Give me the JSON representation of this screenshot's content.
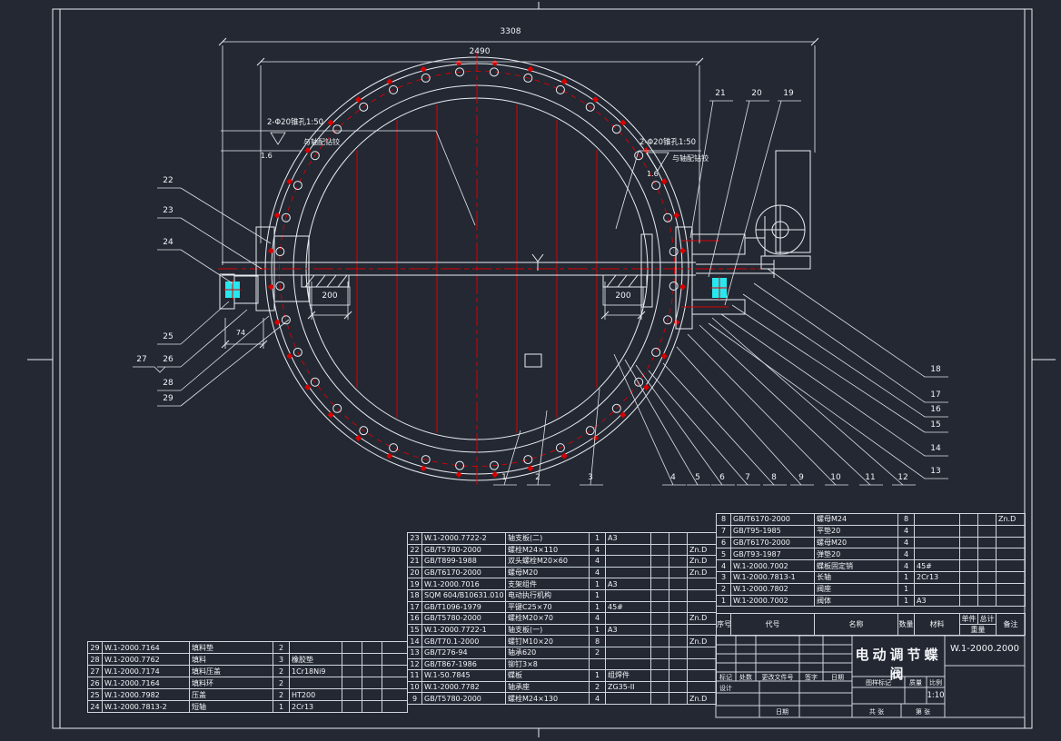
{
  "colors": {
    "background": "#232833",
    "line": "#e9edf2",
    "red": "#d90000",
    "cyan": "#27e8ef"
  },
  "annotations": {
    "dim_overall": "3308",
    "dim_flange": "2490",
    "dim_hub_left": "200",
    "dim_hub_right": "200",
    "dim_left_offset": "74",
    "note_left": {
      "line1": "2-Φ20锥孔1:50",
      "line2": "与轴配钻铰",
      "roughness": "1.6"
    },
    "note_right": {
      "line1": "2-Φ20锥孔1:50",
      "line2": "与轴配钻铰",
      "roughness": "1.6"
    }
  },
  "callouts": {
    "left": [
      "22",
      "23",
      "24",
      "25",
      "26",
      "28",
      "29"
    ],
    "left_extra": "27",
    "top": [
      "21",
      "20",
      "19"
    ],
    "right": [
      "18",
      "17",
      "16",
      "15",
      "14",
      "13"
    ],
    "bottom": [
      "1",
      "2",
      "3",
      "4",
      "5",
      "6",
      "7",
      "8",
      "9",
      "10",
      "11",
      "12"
    ]
  },
  "tables": {
    "header": {
      "no": "序号",
      "code": "代号",
      "name": "名称",
      "qty": "数量",
      "mat": "材料",
      "unit": "单件",
      "total": "总计",
      "weight": "重量",
      "remark": "备注"
    },
    "left_rows": [
      {
        "no": "29",
        "code": "W.1-2000.7164",
        "name": "填料垫",
        "qty": "2",
        "mat": "",
        "remark": ""
      },
      {
        "no": "28",
        "code": "W.1-2000.7762",
        "name": "填料",
        "qty": "3",
        "mat": "橡胶垫",
        "remark": ""
      },
      {
        "no": "27",
        "code": "W.1-2000.7174",
        "name": "填料压盖",
        "qty": "2",
        "mat": "1Cr18Ni9",
        "remark": ""
      },
      {
        "no": "26",
        "code": "W.1-2000.7164",
        "name": "填料环",
        "qty": "2",
        "mat": "",
        "remark": ""
      },
      {
        "no": "25",
        "code": "W.1-2000.7982",
        "name": "压盖",
        "qty": "2",
        "mat": "HT200",
        "remark": ""
      },
      {
        "no": "24",
        "code": "W.1-2000.7813-2",
        "name": "短轴",
        "qty": "1",
        "mat": "2Cr13",
        "remark": ""
      }
    ],
    "middle_rows": [
      {
        "no": "23",
        "code": "W.1-2000.7722-2",
        "name": "轴支板(二)",
        "qty": "1",
        "mat": "A3",
        "remark": ""
      },
      {
        "no": "22",
        "code": "GB/T5780-2000",
        "name": "螺栓M24×110",
        "qty": "4",
        "mat": "",
        "remark": "Zn.D"
      },
      {
        "no": "21",
        "code": "GB/T899-1988",
        "name": "双头螺栓M20×60",
        "qty": "4",
        "mat": "",
        "remark": "Zn.D"
      },
      {
        "no": "20",
        "code": "GB/T6170-2000",
        "name": "螺母M20",
        "qty": "4",
        "mat": "",
        "remark": "Zn.D"
      },
      {
        "no": "19",
        "code": "W.1-2000.7016",
        "name": "支架组件",
        "qty": "1",
        "mat": "A3",
        "remark": ""
      },
      {
        "no": "18",
        "code": "SQM 604/B10631.010",
        "name": "电动执行机构",
        "qty": "1",
        "mat": "",
        "remark": ""
      },
      {
        "no": "17",
        "code": "GB/T1096-1979",
        "name": "平键C25×70",
        "qty": "1",
        "mat": "45#",
        "remark": ""
      },
      {
        "no": "16",
        "code": "GB/T5780-2000",
        "name": "螺栓M20×70",
        "qty": "4",
        "mat": "",
        "remark": "Zn.D"
      },
      {
        "no": "15",
        "code": "W.1-2000.7722-1",
        "name": "轴支板(一)",
        "qty": "1",
        "mat": "A3",
        "remark": ""
      },
      {
        "no": "14",
        "code": "GB/T70.1-2000",
        "name": "螺钉M10×20",
        "qty": "8",
        "mat": "",
        "remark": "Zn.D"
      },
      {
        "no": "13",
        "code": "GB/T276-94",
        "name": "轴承620",
        "qty": "2",
        "mat": "",
        "remark": ""
      },
      {
        "no": "12",
        "code": "GB/T867-1986",
        "name": "铆钉3×8",
        "qty": "",
        "mat": "",
        "remark": ""
      },
      {
        "no": "11",
        "code": "W.1-50.7845",
        "name": "蝶板",
        "qty": "1",
        "mat": "组焊件",
        "remark": ""
      },
      {
        "no": "10",
        "code": "W.1-2000.7782",
        "name": "轴承座",
        "qty": "2",
        "mat": "ZG35-II",
        "remark": ""
      },
      {
        "no": "9",
        "code": "GB/T5780-2000",
        "name": "螺栓M24×130",
        "qty": "4",
        "mat": "",
        "remark": "Zn.D"
      }
    ],
    "right_rows": [
      {
        "no": "8",
        "code": "GB/T6170-2000",
        "name": "螺母M24",
        "qty": "8",
        "mat": "",
        "remark": "Zn.D"
      },
      {
        "no": "7",
        "code": "GB/T95-1985",
        "name": "平垫20",
        "qty": "4",
        "mat": "",
        "remark": ""
      },
      {
        "no": "6",
        "code": "GB/T6170-2000",
        "name": "螺母M20",
        "qty": "4",
        "mat": "",
        "remark": ""
      },
      {
        "no": "5",
        "code": "GB/T93-1987",
        "name": "弹垫20",
        "qty": "4",
        "mat": "",
        "remark": ""
      },
      {
        "no": "4",
        "code": "W.1-2000.7002",
        "name": "蝶板固定销",
        "qty": "4",
        "mat": "45#",
        "remark": ""
      },
      {
        "no": "3",
        "code": "W.1-2000.7813-1",
        "name": "长轴",
        "qty": "1",
        "mat": "2Cr13",
        "remark": ""
      },
      {
        "no": "2",
        "code": "W.1-2000.7802",
        "name": "阀座",
        "qty": "1",
        "mat": "",
        "remark": ""
      },
      {
        "no": "1",
        "code": "W.1-2000.7002",
        "name": "阀体",
        "qty": "1",
        "mat": "A3",
        "remark": ""
      }
    ]
  },
  "title_block": {
    "product_name": "电动调节蝶阀",
    "drawing_no": "W.1-2000.2000",
    "scale": "1:10",
    "labels": {
      "mark": "标记",
      "count": "处数",
      "change_file": "更改文件号",
      "sign": "签字",
      "date": "日期",
      "design": "设计",
      "date2": "日期",
      "stamp": "图样标记",
      "weight": "质量",
      "scale": "比例",
      "sheet_total": "共  张",
      "sheet_no": "第  张"
    }
  }
}
